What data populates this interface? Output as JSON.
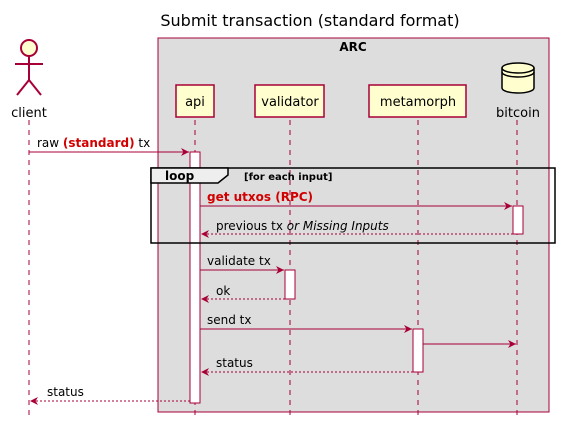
{
  "title": "Submit transaction (standard format)",
  "box": {
    "label": "ARC"
  },
  "participants": {
    "client": "client",
    "api": "api",
    "validator": "validator",
    "metamorph": "metamorph",
    "bitcoin": "bitcoin"
  },
  "loop": {
    "keyword": "loop",
    "condition": "[for each input]"
  },
  "messages": {
    "m1_a": "raw ",
    "m1_b": "(standard)",
    "m1_c": " tx",
    "m2": "get utxos (RPC)",
    "m3_a": "previous tx ",
    "m3_b": "or Missing Inputs",
    "m4": "validate tx",
    "m5": "ok",
    "m6": "send tx",
    "m7": "status",
    "m8": "status"
  },
  "colors": {
    "arrow": "#a80036",
    "participant_fill": "#fefece",
    "box_fill": "#dddddd",
    "highlight": "#d20000"
  }
}
